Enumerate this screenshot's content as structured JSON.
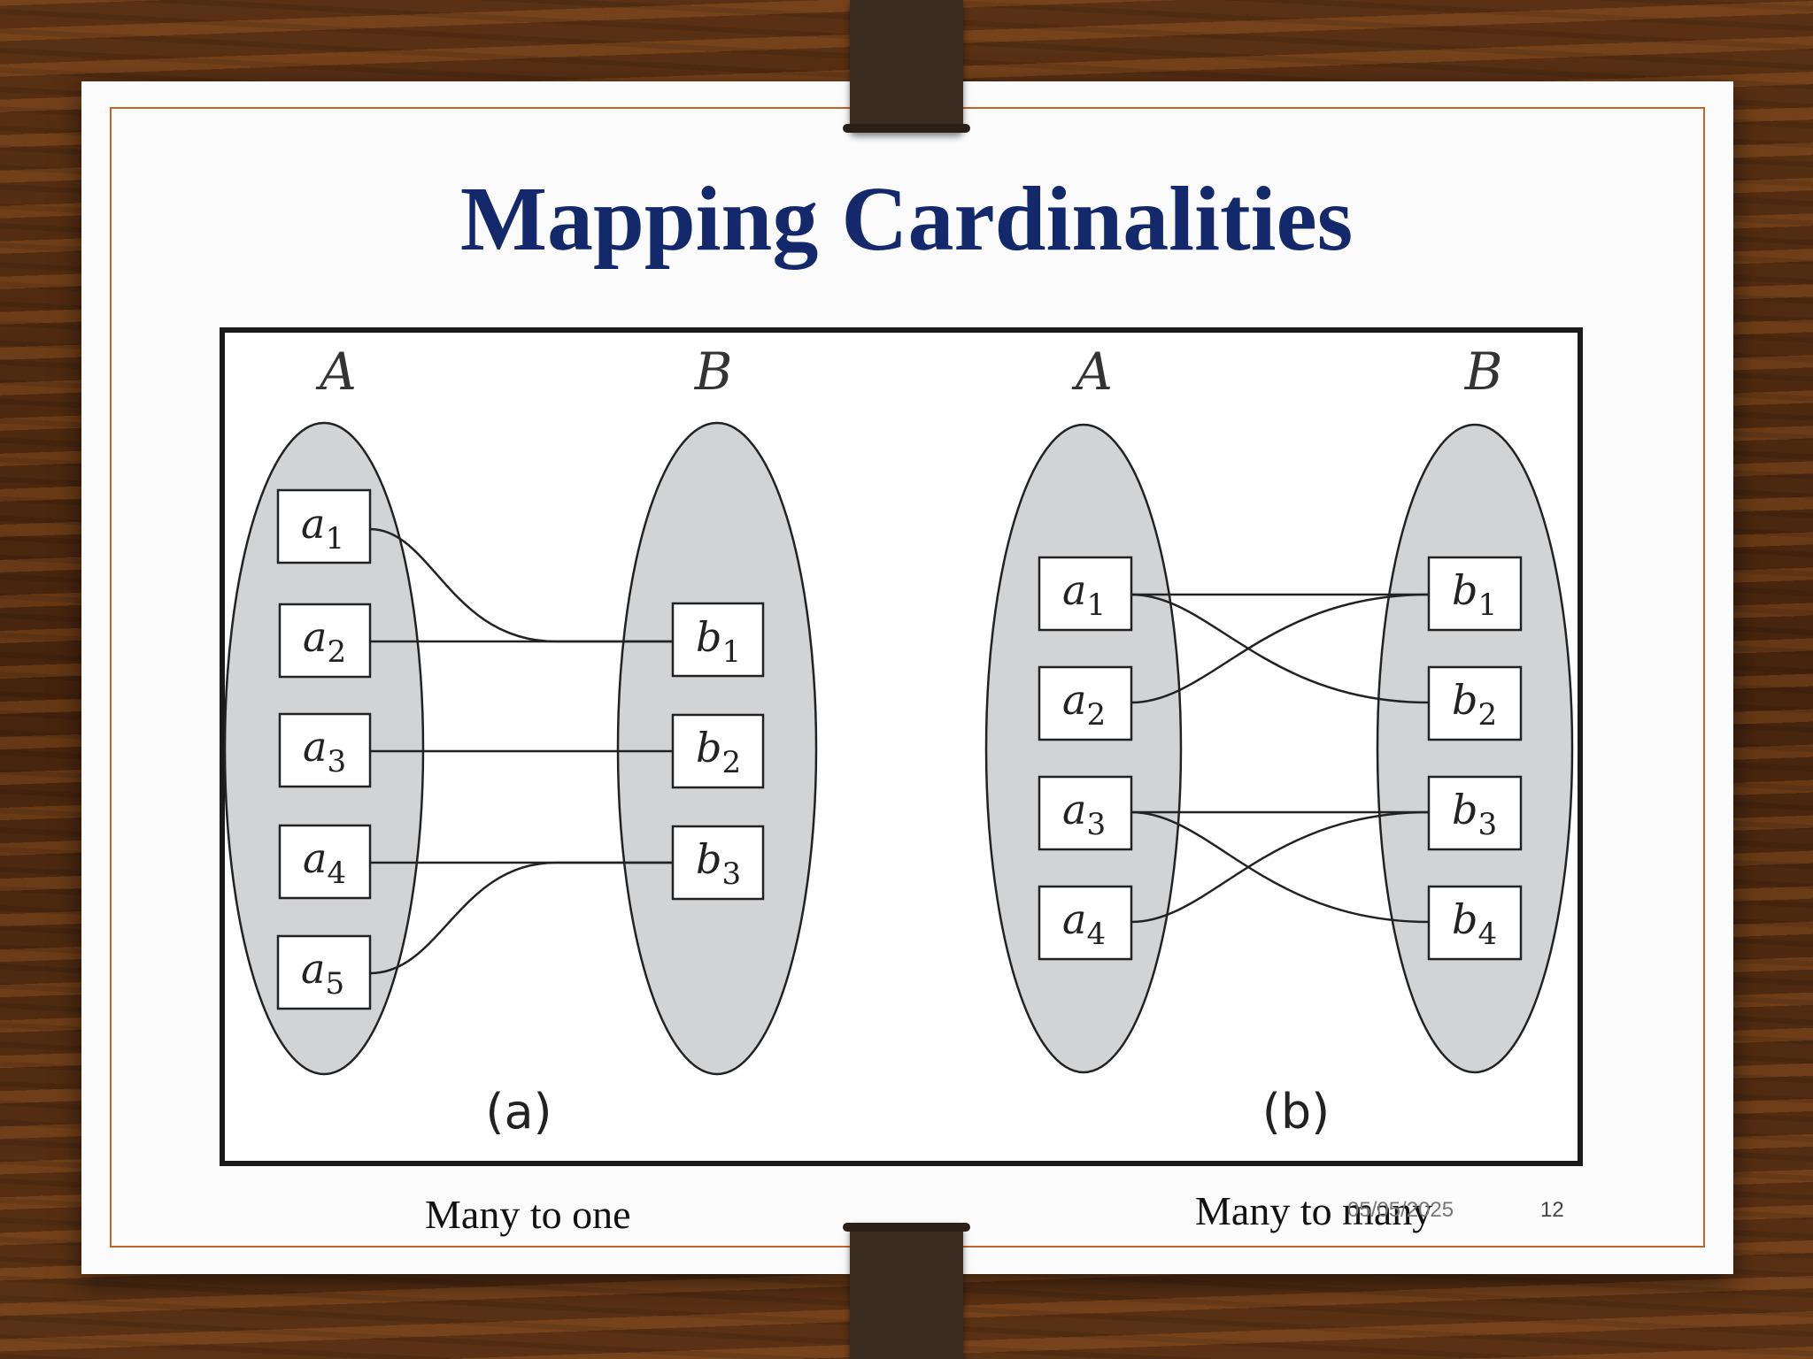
{
  "slide": {
    "title": "Mapping Cardinalities",
    "date": "05/05/2025",
    "page_number": "12"
  },
  "diagrams": [
    {
      "label": "(a)",
      "caption": "Many to one",
      "set_a": {
        "name": "A",
        "elements": [
          "a1",
          "a2",
          "a3",
          "a4",
          "a5"
        ]
      },
      "set_b": {
        "name": "B",
        "elements": [
          "b1",
          "b2",
          "b3"
        ]
      },
      "mappings": [
        [
          "a1",
          "b1"
        ],
        [
          "a2",
          "b1"
        ],
        [
          "a3",
          "b2"
        ],
        [
          "a4",
          "b3"
        ],
        [
          "a5",
          "b3"
        ]
      ]
    },
    {
      "label": "(b)",
      "caption": "Many to many",
      "set_a": {
        "name": "A",
        "elements": [
          "a1",
          "a2",
          "a3",
          "a4"
        ]
      },
      "set_b": {
        "name": "B",
        "elements": [
          "b1",
          "b2",
          "b3",
          "b4"
        ]
      },
      "mappings": [
        [
          "a1",
          "b1"
        ],
        [
          "a1",
          "b2"
        ],
        [
          "a2",
          "b1"
        ],
        [
          "a3",
          "b3"
        ],
        [
          "a3",
          "b4"
        ],
        [
          "a4",
          "b3"
        ]
      ]
    }
  ],
  "colors": {
    "title": "#13296b",
    "set_fill": "#d2d3d4",
    "frame": "#1a1a1a",
    "border_accent": "#c0662a"
  }
}
